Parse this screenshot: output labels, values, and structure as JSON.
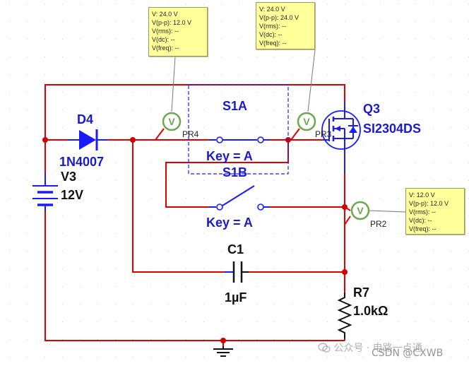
{
  "components": {
    "diode": {
      "ref": "D4",
      "part": "1N4007"
    },
    "battery": {
      "ref": "V3",
      "value": "12V"
    },
    "switch_a": {
      "ref": "S1A",
      "key": "Key = A"
    },
    "switch_b": {
      "ref": "S1B",
      "key": "Key = A"
    },
    "mosfet": {
      "ref": "Q3",
      "part": "SI2304DS"
    },
    "capacitor": {
      "ref": "C1",
      "value": "1µF"
    },
    "resistor": {
      "ref": "R7",
      "value": "1.0kΩ"
    }
  },
  "probes": {
    "pr4": {
      "name": "PR4",
      "symbol": "V"
    },
    "pr3": {
      "name": "PR3",
      "symbol": "V"
    },
    "pr2": {
      "name": "PR2",
      "symbol": "V"
    }
  },
  "tooltips": {
    "pr4": [
      "V: 24.0 V",
      "V(p-p): 12.0 V",
      "V(rms): --",
      "V(dc): --",
      "V(freq): --"
    ],
    "pr3": [
      "V: 24.0 V",
      "V(p-p): 24.0 V",
      "V(rms): --",
      "V(dc): --",
      "V(freq): --"
    ],
    "pr2": [
      "V: 12.0 V",
      "V(p-p): 12.0 V",
      "V(rms): --",
      "V(dc): --",
      "V(freq): --"
    ]
  },
  "watermark": {
    "text": "公众号 · 电路一点通",
    "csdn": "CSDN @CXWB"
  },
  "colors": {
    "wire": "#e00000",
    "component": "#1a1aff",
    "label": "#1a1acc",
    "tooltip": "#ffff99"
  }
}
